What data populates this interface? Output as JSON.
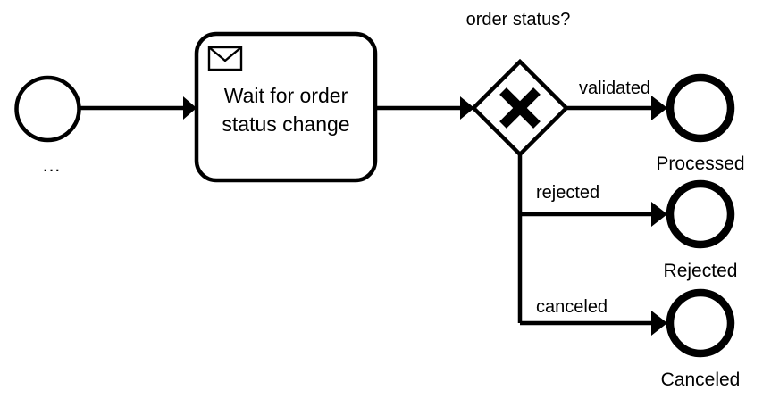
{
  "diagram": {
    "type": "bpmn-process-diagram",
    "background_color": "#ffffff",
    "stroke_color": "#000000",
    "title_text": "order status?"
  },
  "start_event": {
    "label": "...",
    "shape": "circle-thin"
  },
  "task": {
    "line1": "Wait for order",
    "line2": "status change",
    "marker_icon": "envelope-icon",
    "shape": "rounded-rectangle"
  },
  "gateway": {
    "label": "order status?",
    "marker": "X",
    "shape": "diamond",
    "type": "exclusive-gateway"
  },
  "flows": [
    {
      "label": "validated"
    },
    {
      "label": "rejected"
    },
    {
      "label": "canceled"
    }
  ],
  "end_events": [
    {
      "label": "Processed",
      "shape": "circle-thick"
    },
    {
      "label": "Rejected",
      "shape": "circle-thick"
    },
    {
      "label": "Canceled",
      "shape": "circle-thick"
    }
  ]
}
